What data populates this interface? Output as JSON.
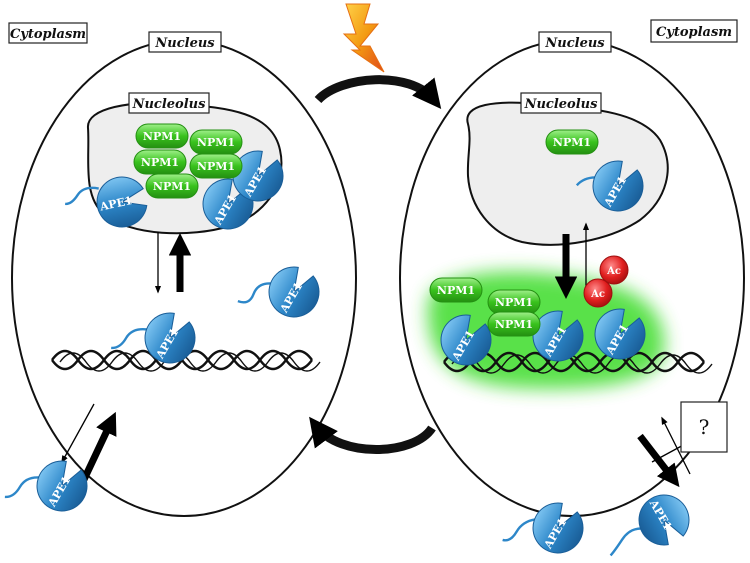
{
  "labels": {
    "cytoplasm": "Cytoplasm",
    "nucleus": "Nucleus",
    "nucleolus": "Nucleolus",
    "unknown": "?"
  },
  "molecules": {
    "npm1": "NPM1",
    "ape1": "APE1",
    "acetyl": "Ac"
  },
  "colors": {
    "ape1_blue": "#2d87c9",
    "npm1_green": "#39c21d",
    "acetyl_red": "#e01e1e",
    "glow_green": "#3ddc2a",
    "nucleolus_gray": "#eeeeee",
    "lightning_orange": "#f39a12"
  },
  "icons": {
    "stress_signal": "lightning-bolt-icon"
  }
}
